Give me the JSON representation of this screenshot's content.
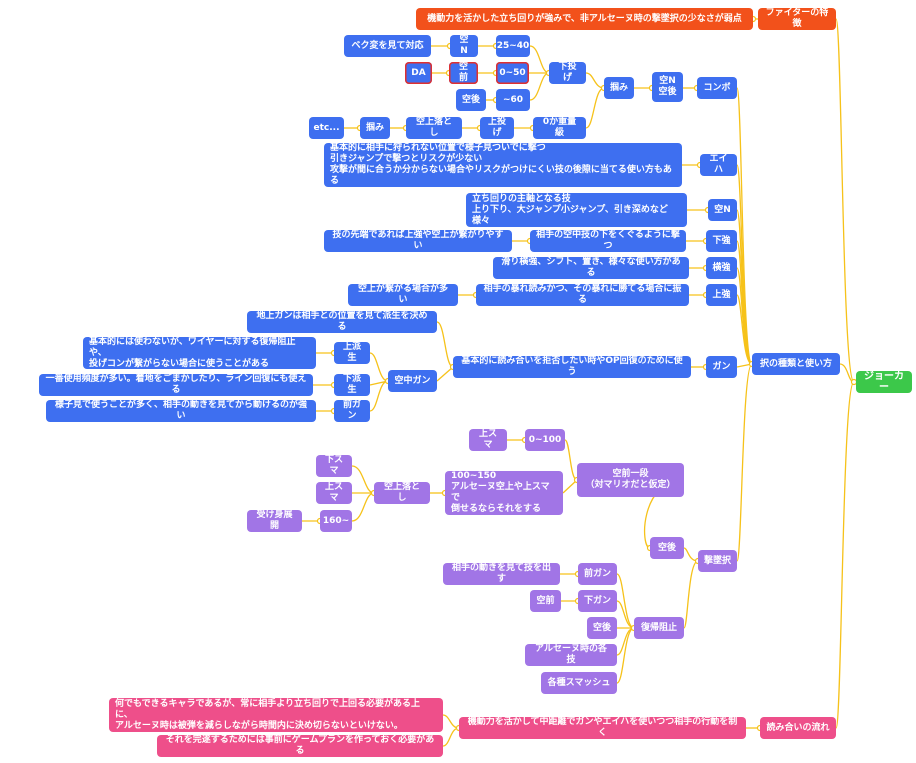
{
  "root": "ジョーカー",
  "feature": {
    "label": "ファイターの特徴",
    "desc": "機動力を活かした立ち回りが強みで、非アルセーヌ時の撃墜択の少なさが弱点"
  },
  "moves": {
    "label": "択の種類と使い方",
    "combo": {
      "label": "コンボ",
      "n_air_back": "空N\n空後",
      "grab": "掴み",
      "down_throw": "下投げ",
      "reverse_label": "ベク変を見て対応",
      "n_air": "空N",
      "n_air_pct": "25~40",
      "da": "DA",
      "f_air": "空前",
      "f_air_pct": "0~50",
      "b_air": "空後",
      "b_air_pct": "~60",
      "up_throw_pct": "0か重量級",
      "up_throw": "上投げ",
      "air_drop": "空上落とし",
      "grab2": "掴み",
      "etc": "etc..."
    },
    "tilt": {
      "label": "エイハ",
      "desc": "基本的に相手に狩られない位置で様子見ついでに撃つ\n引きジャンプで撃つとリスクが少ない\n攻撃が間に合うか分からない場合やリスクがつけにくい技の後隙に当てる使い方もある"
    },
    "nair": {
      "label": "空N",
      "desc": "立ち回りの主軸となる技\n上り下り、大ジャンプ小ジャンプ、引き深めなど様々"
    },
    "dtilt": {
      "label": "下強",
      "desc": "相手の空中技の下をくぐるように撃つ",
      "sub": "技の先端であれば上強や空上が繋がりやすい"
    },
    "ftilt": {
      "label": "横強",
      "desc": "滑り横強、シフト、置き、様々な使い方がある"
    },
    "utilt": {
      "label": "上強",
      "desc": "相手の暴れ読みかつ、その暴れに勝てる場合に振る",
      "sub": "空上が繋がる場合が多い"
    },
    "gun": {
      "label": "ガン",
      "desc": "基本的に読み合いを拒否したい時やOP回復のために使う",
      "ground": "地上ガンは相手との位置を見て派生を決める",
      "air_gun": "空中ガン",
      "up_deriv": "上派生",
      "up_desc": "基本的には使わないが、ワイヤーに対する復帰阻止や、\n投げコンが繋がらない場合に使うことがある",
      "down_deriv": "下派生",
      "down_desc": "一番使用頻度が多い。着地をごまかしたり、ライン回復にも使える",
      "fwd": "前ガン",
      "fwd_desc": "様子見で使うことが多く、相手の動きを見てから動けるのが強い"
    },
    "kill": {
      "label": "撃墜択",
      "air_back": "空後",
      "step": "空前一段\n（対マリオだと仮定）",
      "usmash": "上スマ",
      "usmash_pct": "0~100",
      "arsene": "100~150\nアルセーヌ空上や上スマで\n倒せるならそれをする",
      "air_drop": "空上落とし",
      "dsmash": "下スマ",
      "usmash2": "上スマ",
      "pct160": "160~",
      "tech": "受け身展開",
      "edgeguard": "復帰阻止",
      "fgun": "前ガン",
      "fgun_desc": "相手の動きを見て技を出す",
      "dgun": "下ガン",
      "fair": "空前",
      "bair": "空後",
      "arsene_moves": "アルセーヌ時の各技",
      "smashes": "各種スマッシュ"
    }
  },
  "flow": {
    "label": "読み合いの流れ",
    "desc": "機動力を活かして中距離でガンやエイハを使いつつ相手の行動を制く",
    "note1": "何でもできるキャラであるが、常に相手より立ち回りで上回る必要がある上に、\nアルセーヌ時は被弾を減らしながら時間内に決め切らないといけない。",
    "note2": "それを完遂するためには事前にゲームプランを作っておく必要がある"
  },
  "colors": {
    "root": "#3cc84a",
    "feature": "#f2511b",
    "moves": "#3e6ff0",
    "kill": "#a175e6",
    "flow": "#ee4f8a",
    "line": "#f6c21a"
  }
}
